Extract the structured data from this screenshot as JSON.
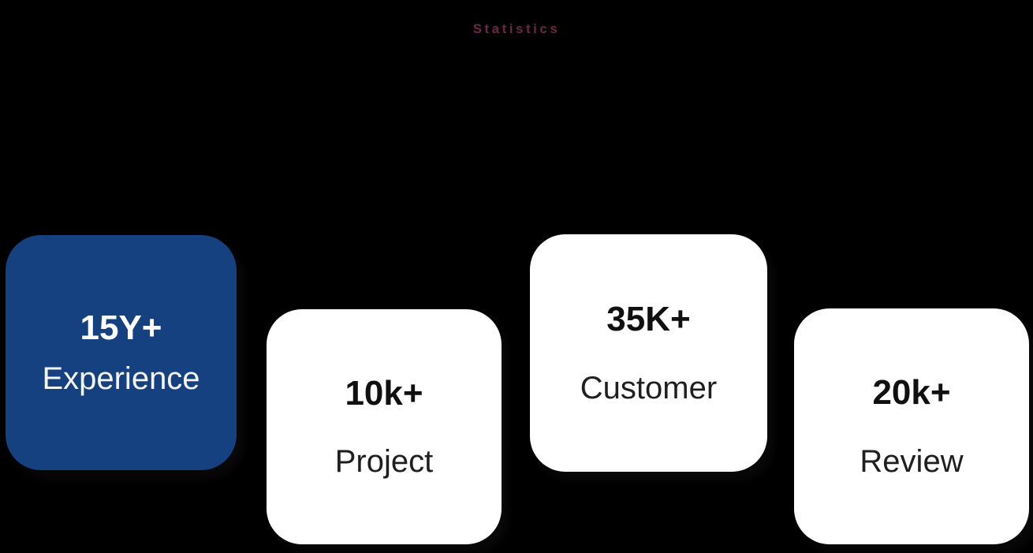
{
  "section": {
    "label": "Statistics"
  },
  "colors": {
    "background": "#000000",
    "section_label": "#6b2846",
    "card_primary_bg": "#164180",
    "card_light_bg": "#ffffff",
    "text_on_primary": "#ffffff",
    "text_on_light": "#101010"
  },
  "cards": [
    {
      "value": "15Y+",
      "label": "Experience",
      "variant": "primary"
    },
    {
      "value": "10k+",
      "label": "Project",
      "variant": "light"
    },
    {
      "value": "35K+",
      "label": "Customer",
      "variant": "light"
    },
    {
      "value": "20k+",
      "label": "Review",
      "variant": "light"
    }
  ]
}
